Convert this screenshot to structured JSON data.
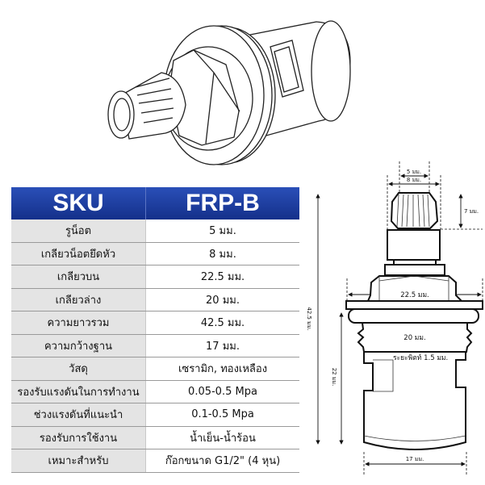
{
  "table": {
    "header": {
      "label": "SKU",
      "value": "FRP-B"
    },
    "rows": [
      {
        "label": "รูน็อต",
        "value": "5 มม."
      },
      {
        "label": "เกลียวน็อตยึดหัว",
        "value": "8 มม."
      },
      {
        "label": "เกลียวบน",
        "value": "22.5 มม."
      },
      {
        "label": "เกลียวล่าง",
        "value": "20  มม."
      },
      {
        "label": "ความยาวรวม",
        "value": "42.5  มม."
      },
      {
        "label": "ความกว้างฐาน",
        "value": "17 มม."
      },
      {
        "label": "วัสดุ",
        "value": "เซรามิก, ทองเหลือง"
      },
      {
        "label": "รองรับแรงดันในการทำงาน",
        "value": "0.05-0.5 Mpa"
      },
      {
        "label": "ช่วงแรงดันที่แนะนำ",
        "value": "0.1-0.5 Mpa"
      },
      {
        "label": "รองรับการใช้งาน",
        "value": "น้ำเย็น-น้ำร้อน"
      },
      {
        "label": "เหมาะสำหรับ",
        "value": "ก๊อกขนาด  G1/2\" (4 หุน)"
      }
    ]
  },
  "diagram": {
    "dim_hole": "5 มม.",
    "dim_spline": "8 มม.",
    "dim_spline_height": "7 มม.",
    "dim_upper_thread": "22.5 มม.",
    "dim_lower_thread": "20 มม.",
    "dim_pitch": "ระยะพิตท์ 1.5 มม.",
    "dim_total_length": "42.5 มม.",
    "dim_body_length": "22 มม.",
    "dim_base_width": "17 มม."
  },
  "colors": {
    "header_blue": "#1e3f9e",
    "label_bg": "#e4e4e4"
  }
}
